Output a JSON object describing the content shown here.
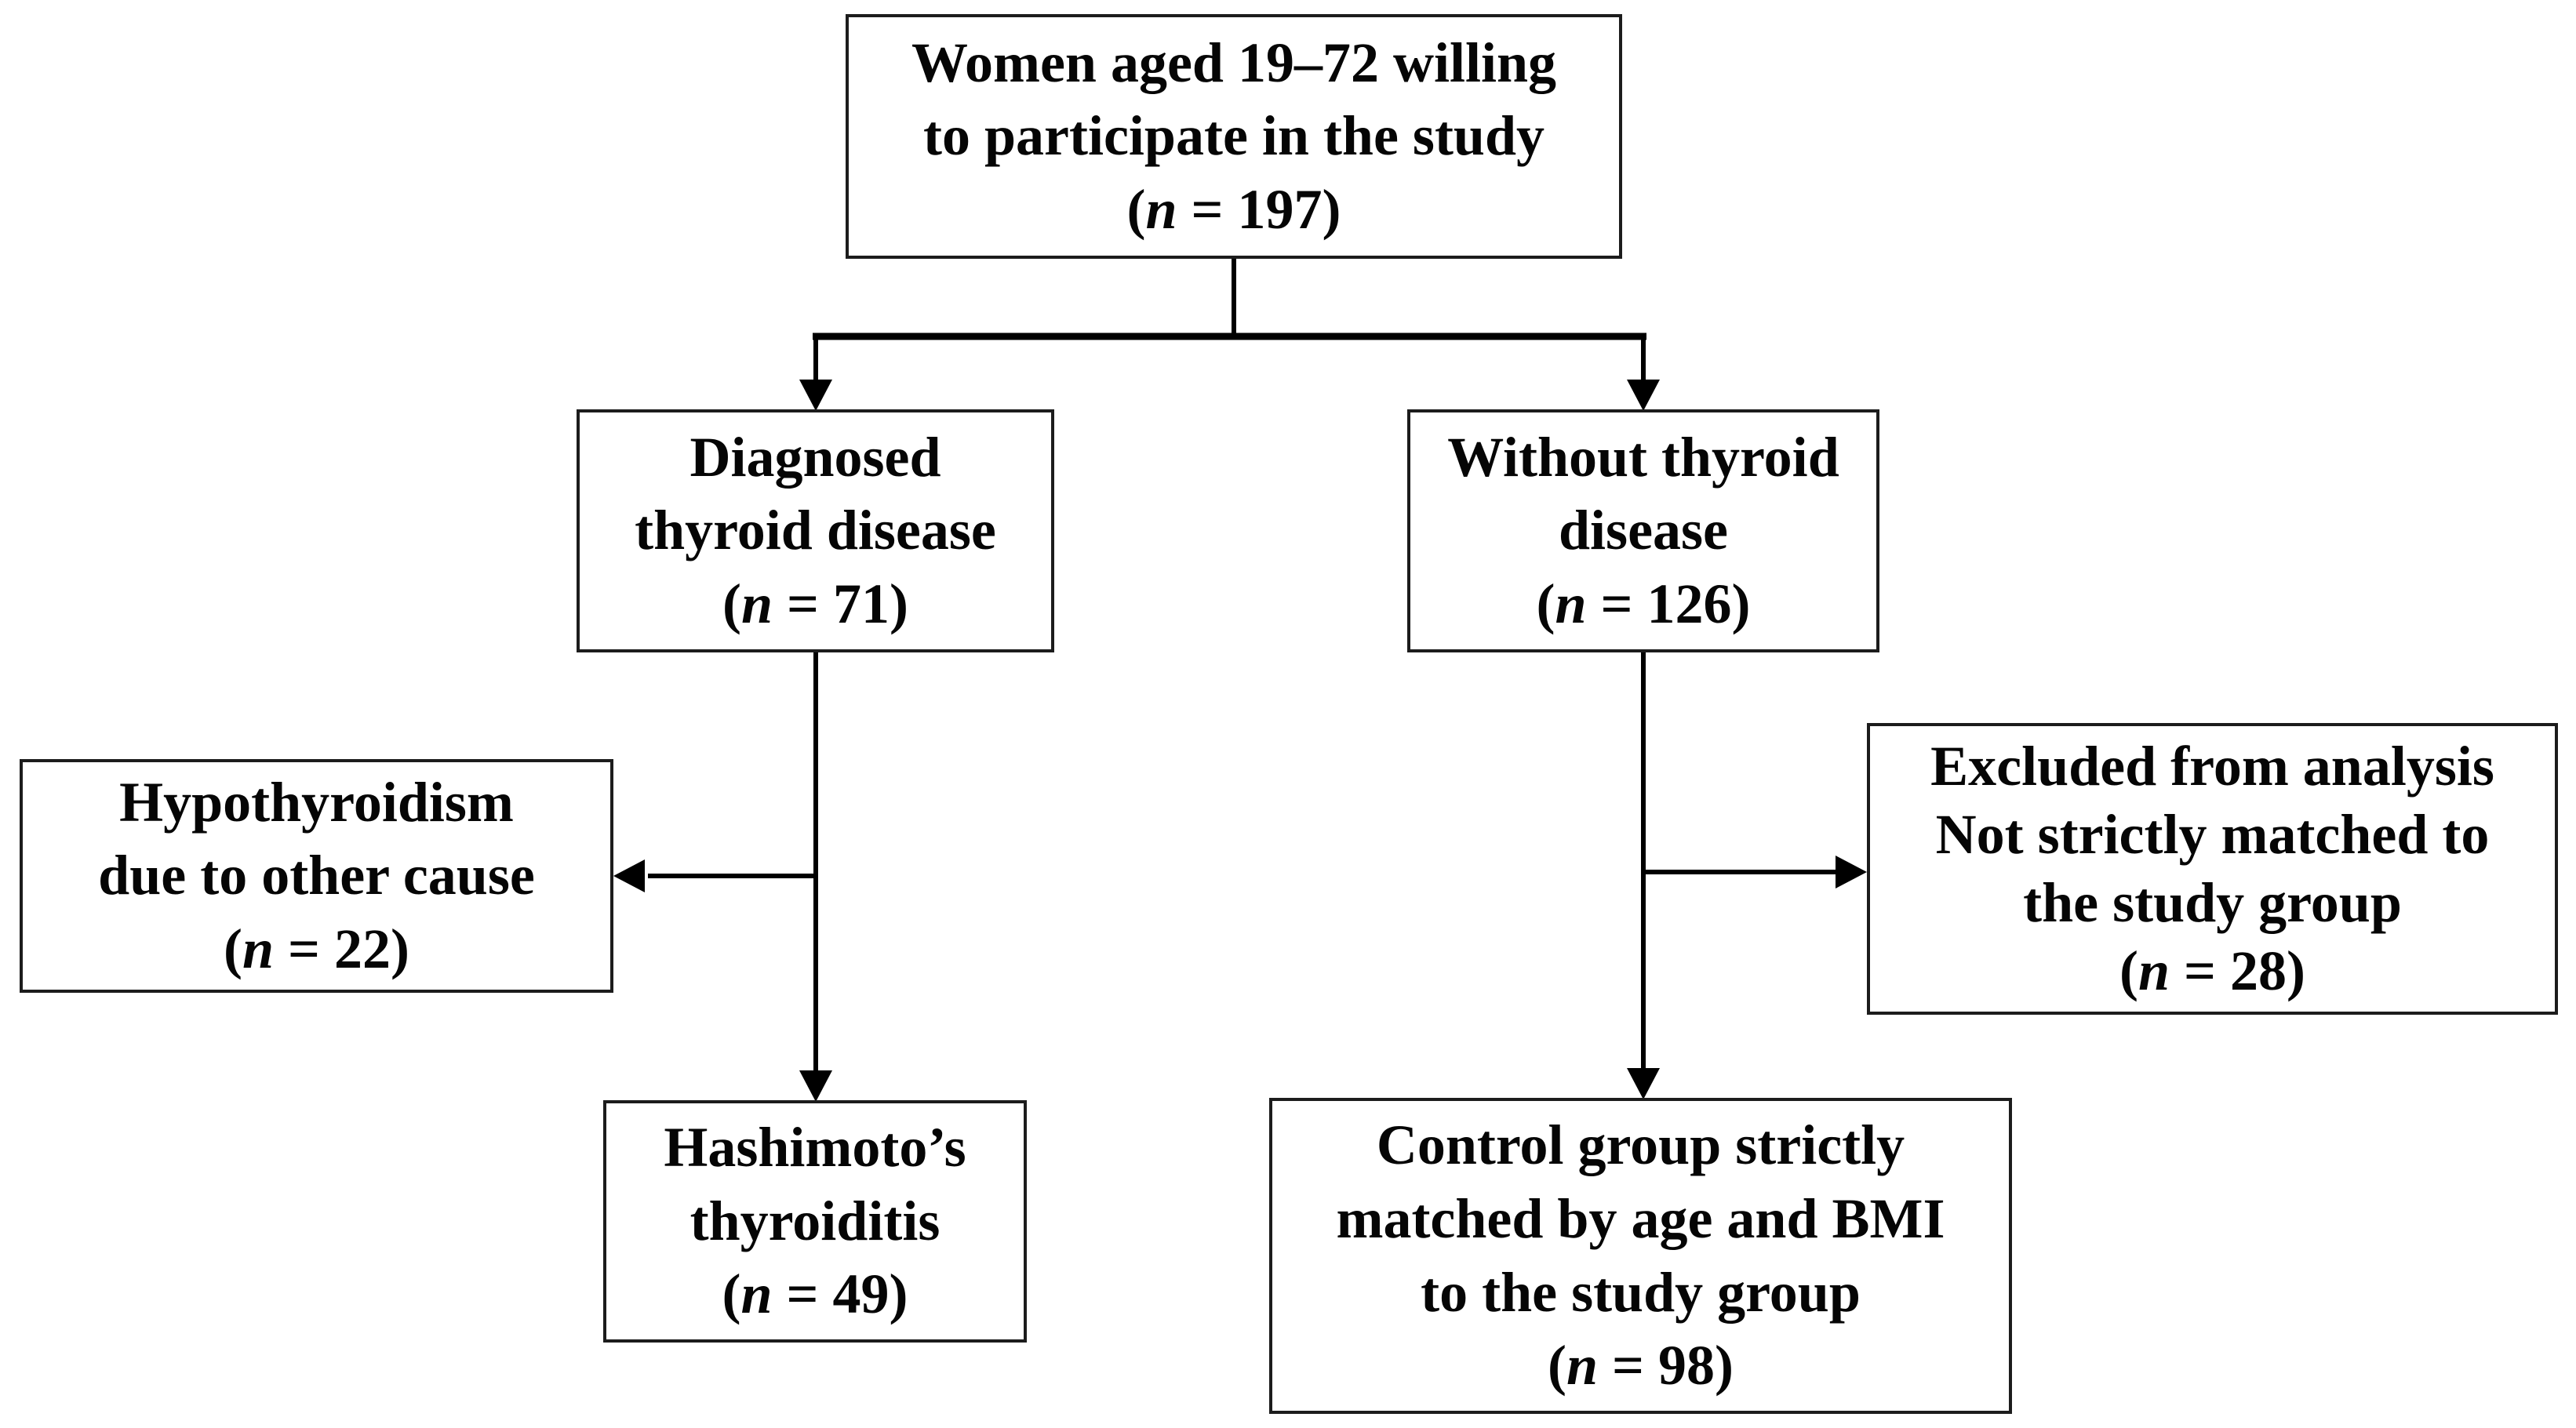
{
  "figure_type": "study-flow-diagram",
  "colors": {
    "background": "#ffffff",
    "box_fill": "#ffffff",
    "box_border": "#1c1c1c",
    "text": "#050505",
    "line": "#000000"
  },
  "nodes": {
    "eligible": {
      "lines": [
        "Women aged 19–72 willing",
        "to participate in the study"
      ],
      "n_open": "(",
      "n_var": "n",
      "n_eq": " = ",
      "n_value": "197",
      "n_close": ")"
    },
    "diagnosed": {
      "lines": [
        "Diagnosed",
        "thyroid disease"
      ],
      "n_open": "(",
      "n_var": "n",
      "n_eq": " = ",
      "n_value": "71",
      "n_close": ")"
    },
    "without": {
      "lines": [
        "Without thyroid",
        "disease"
      ],
      "n_open": "(",
      "n_var": "n",
      "n_eq": " = ",
      "n_value": "126",
      "n_close": ")"
    },
    "hypothyroidism": {
      "lines": [
        "Hypothyroidism",
        "due to other cause"
      ],
      "n_open": "(",
      "n_var": "n",
      "n_eq": " = ",
      "n_value": "22",
      "n_close": ")"
    },
    "excluded": {
      "lines": [
        "Excluded from analysis",
        "Not strictly matched to",
        "the study group"
      ],
      "n_open": "(",
      "n_var": "n",
      "n_eq": " = ",
      "n_value": "28",
      "n_close": ")"
    },
    "hashimoto": {
      "lines": [
        "Hashimoto’s",
        "thyroiditis"
      ],
      "n_open": "(",
      "n_var": "n",
      "n_eq": " = ",
      "n_value": "49",
      "n_close": ")"
    },
    "control": {
      "lines": [
        "Control group strictly",
        "matched by age and BMI",
        "to the study group"
      ],
      "n_open": "(",
      "n_var": "n",
      "n_eq": " = ",
      "n_value": "98",
      "n_close": ")"
    }
  },
  "edges": [
    {
      "from": "eligible",
      "to": "diagnosed"
    },
    {
      "from": "eligible",
      "to": "without"
    },
    {
      "from": "diagnosed",
      "to": "hypothyroidism"
    },
    {
      "from": "diagnosed",
      "to": "hashimoto"
    },
    {
      "from": "without",
      "to": "excluded"
    },
    {
      "from": "without",
      "to": "control"
    }
  ]
}
